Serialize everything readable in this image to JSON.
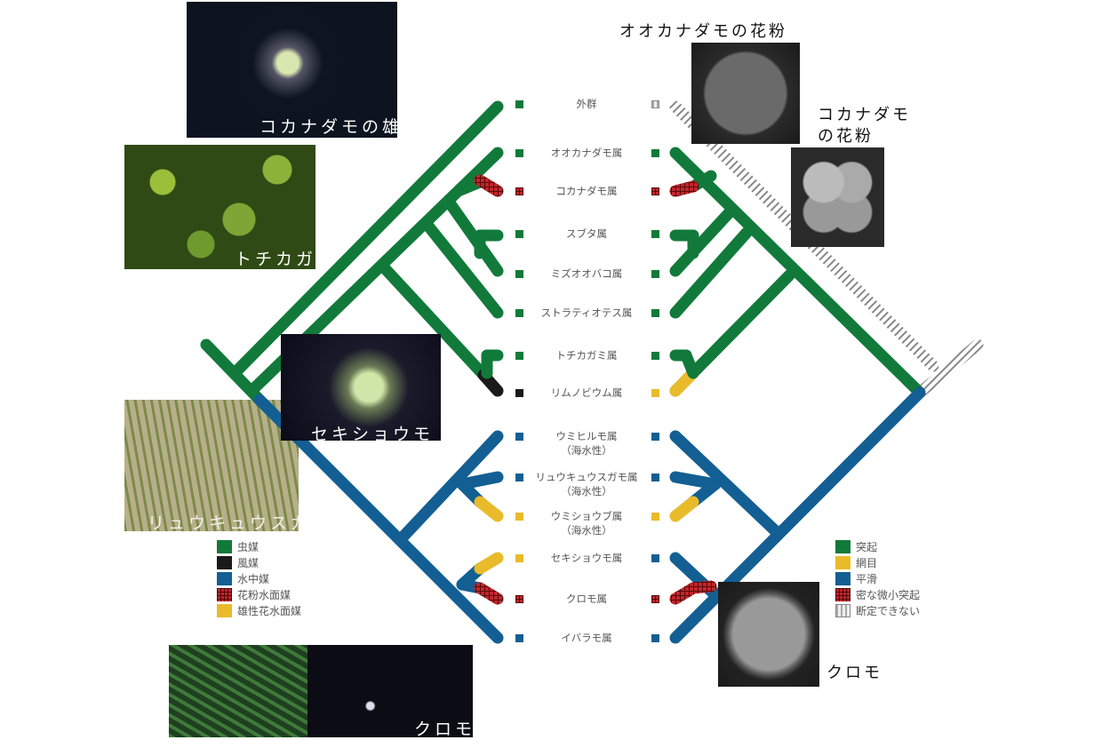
{
  "colors": {
    "green": "#117a3a",
    "black": "#1a1a1a",
    "blue": "#135f93",
    "red": "#b82228",
    "yellow": "#e9bb2a",
    "hatch": "#aaaaaa"
  },
  "photos": {
    "kokanadamo_male": "コカナダモの雄",
    "tochikagami": "トチカガミ",
    "sekishoumo": "セキショウモ",
    "ryukyusugamo": "リュウキュウスガ",
    "kuromo": "クロモ"
  },
  "pollen": {
    "ookanadamo_title": "オオカナダモの花粉",
    "kokanadamo_title_1": "コカナダモ",
    "kokanadamo_title_2": "の花粉",
    "kuromo_caption": "クロモ"
  },
  "taxa": [
    {
      "name": "外群",
      "sub": "",
      "left": "green",
      "right": "hatch"
    },
    {
      "name": "オオカナダモ属",
      "sub": "",
      "left": "green",
      "right": "green"
    },
    {
      "name": "コカナダモ属",
      "sub": "",
      "left": "red",
      "right": "red"
    },
    {
      "name": "スブタ属",
      "sub": "",
      "left": "green",
      "right": "green"
    },
    {
      "name": "ミズオオバコ属",
      "sub": "",
      "left": "green",
      "right": "green"
    },
    {
      "name": "ストラティオテス属",
      "sub": "",
      "left": "green",
      "right": "green"
    },
    {
      "name": "トチカガミ属",
      "sub": "",
      "left": "green",
      "right": "green"
    },
    {
      "name": "リムノビウム属",
      "sub": "",
      "left": "black",
      "right": "yellow"
    },
    {
      "name": "ウミヒルモ属",
      "sub": "（海水性）",
      "left": "blue",
      "right": "blue"
    },
    {
      "name": "リュウキュウスガモ属",
      "sub": "（海水性）",
      "left": "blue",
      "right": "blue"
    },
    {
      "name": "ウミショウブ属",
      "sub": "（海水性）",
      "left": "yellow",
      "right": "yellow"
    },
    {
      "name": "セキショウモ属",
      "sub": "",
      "left": "yellow",
      "right": "blue"
    },
    {
      "name": "クロモ属",
      "sub": "",
      "left": "red",
      "right": "red"
    },
    {
      "name": "イバラモ属",
      "sub": "",
      "left": "blue",
      "right": "blue"
    }
  ],
  "legend_pollination": [
    {
      "label": "虫媒",
      "color": "green"
    },
    {
      "label": "風媒",
      "color": "black"
    },
    {
      "label": "水中媒",
      "color": "blue"
    },
    {
      "label": "花粉水面媒",
      "color": "red"
    },
    {
      "label": "雄性花水面媒",
      "color": "yellow"
    }
  ],
  "legend_pollen": [
    {
      "label": "突起",
      "color": "green"
    },
    {
      "label": "網目",
      "color": "yellow"
    },
    {
      "label": "平滑",
      "color": "blue"
    },
    {
      "label": "密な微小突起",
      "color": "red"
    },
    {
      "label": "断定できない",
      "color": "hatch"
    }
  ]
}
